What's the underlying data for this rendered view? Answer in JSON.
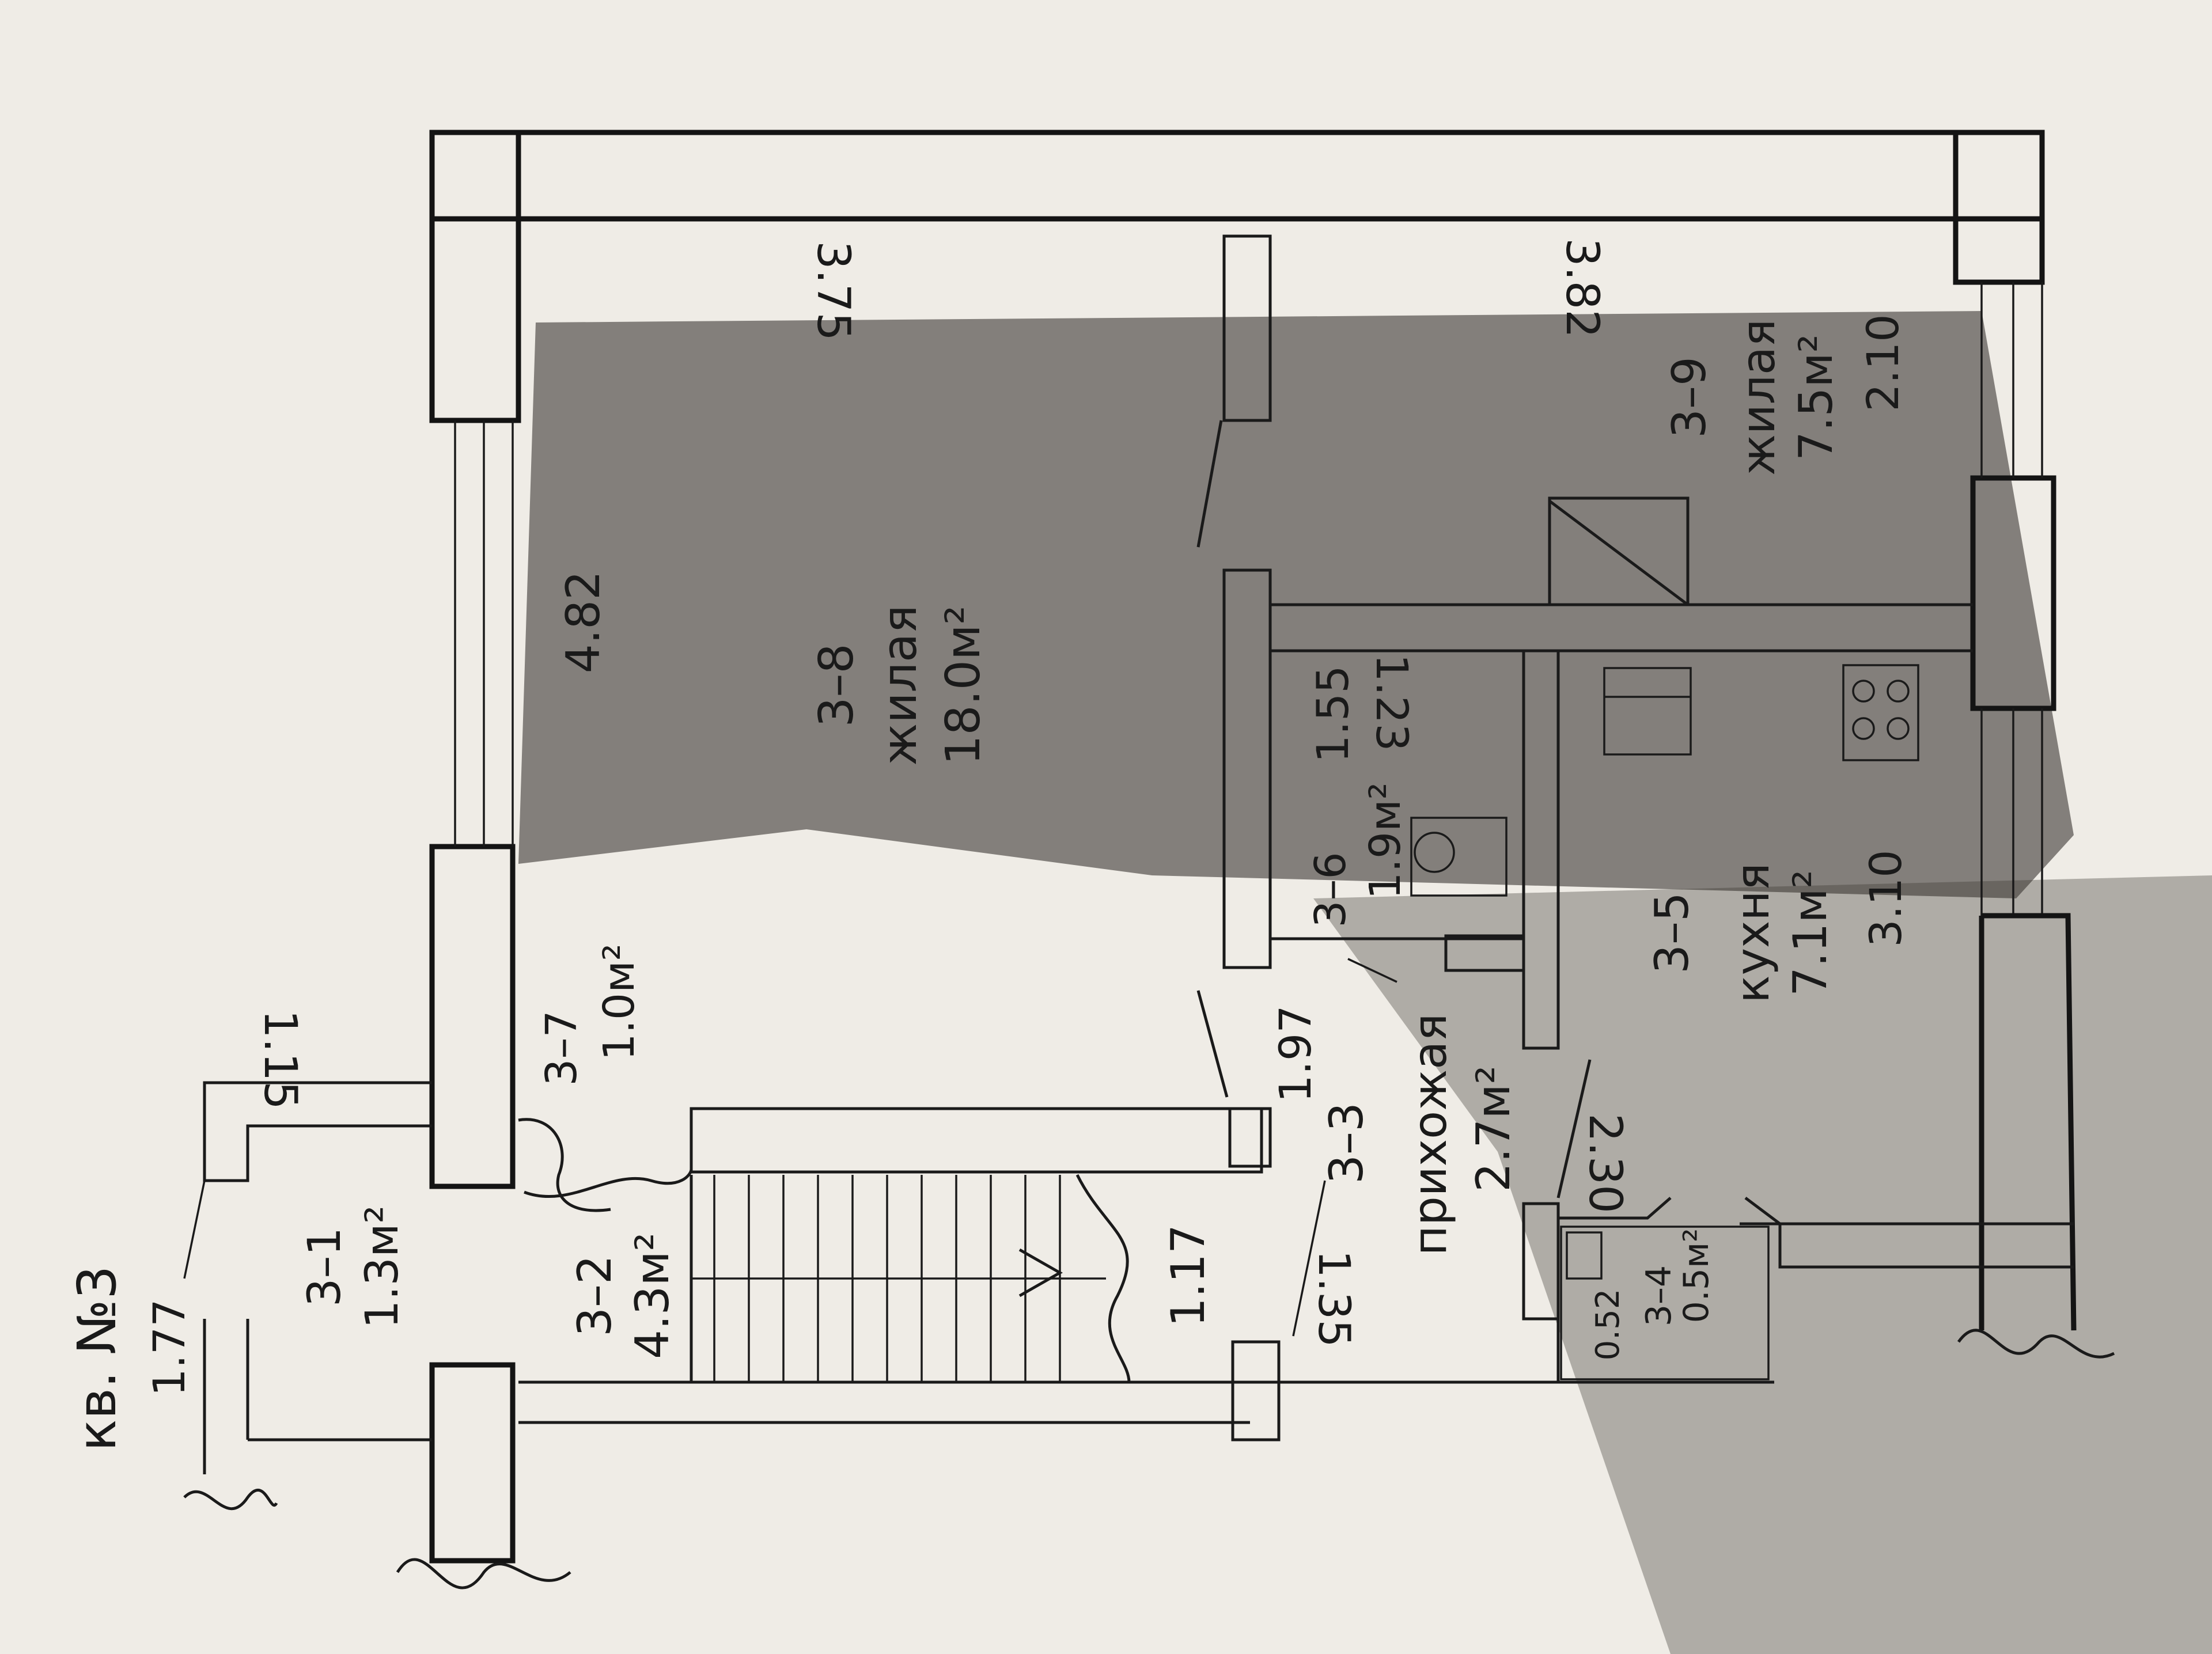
{
  "title": "кв. №3",
  "rooms": {
    "r31": {
      "id": "3–1",
      "area": "1.3м²"
    },
    "r32": {
      "id": "3–2",
      "area": "4.3м²"
    },
    "r33": {
      "id": "3–3",
      "name": "прихожая",
      "area": "2.7м²"
    },
    "r34": {
      "id": "3–4",
      "area": "0.5м²"
    },
    "r35": {
      "id": "3–5",
      "name": "кухня",
      "area": "7.1м²"
    },
    "r36": {
      "id": "3–6",
      "area": "1.9м²"
    },
    "r37": {
      "id": "3–7",
      "area": "1.0м²"
    },
    "r38": {
      "id": "3–8",
      "name": "жилая",
      "area": "18.0м²"
    },
    "r39": {
      "id": "3–9",
      "name": "жилая",
      "area": "7.5м²"
    }
  },
  "dimensions": {
    "d177": "1.77",
    "d115": "1.15",
    "d482": "4.82",
    "d375": "3.75",
    "d382": "3.82",
    "d210": "2.10",
    "d155": "1.55",
    "d123": "1.23",
    "d310": "3.10",
    "d197": "1.97",
    "d230": "2.30",
    "d117": "1.17",
    "d135": "1.35",
    "d052": "0.52"
  },
  "colors": {
    "paper": "#efece6",
    "ink": "#141414"
  }
}
